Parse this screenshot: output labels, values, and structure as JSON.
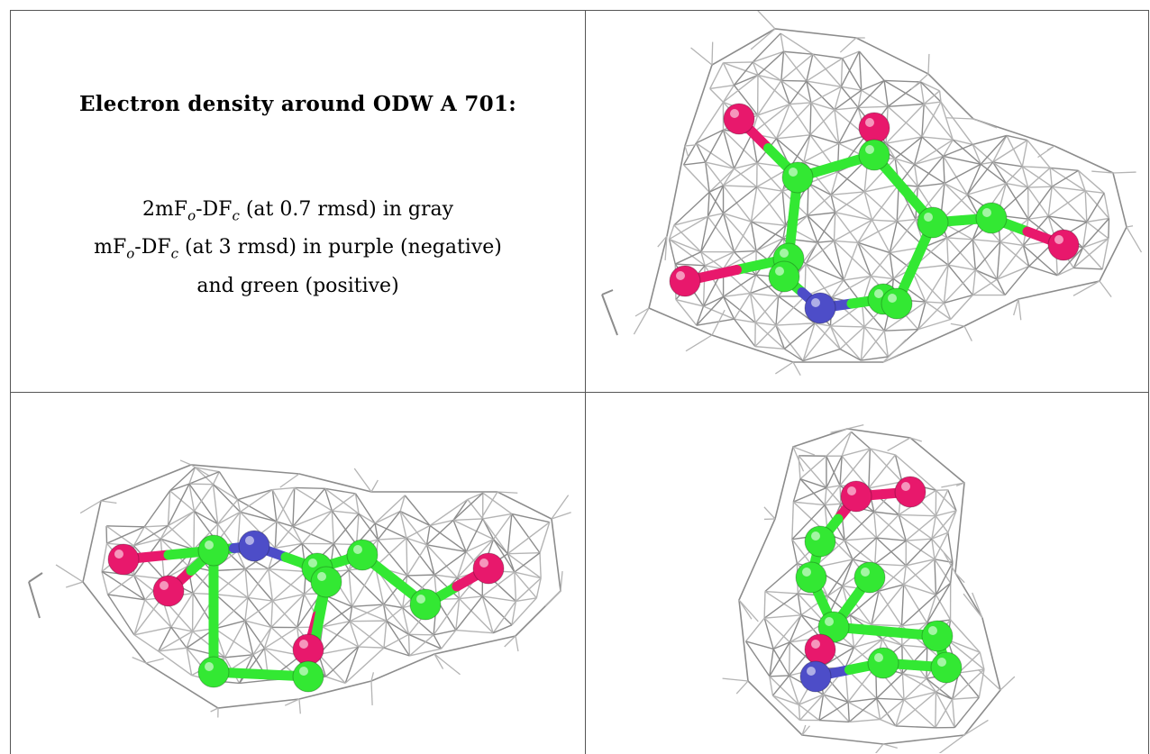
{
  "caption": {
    "title": "Electron density around ODW A 701:",
    "line1": {
      "pre": "2mF",
      "sub1": "o",
      "mid": "-DF",
      "sub2": "c",
      "post": " (at 0.7 rmsd) in gray"
    },
    "line2": {
      "pre": "mF",
      "sub1": "o",
      "mid": "-DF",
      "sub2": "c",
      "post": " (at 3 rmsd) in purple (negative)"
    },
    "line3": "and green (positive)"
  },
  "colors": {
    "mesh": "#b4b4b4",
    "mesh_dark": "#8c8c8c",
    "carbon": "#33e833",
    "oxygen": "#e8186c",
    "nitrogen": "#4d4dc8",
    "border": "#555555"
  },
  "panels": [
    {
      "name": "view-top-right",
      "atoms_shown": [
        "C",
        "O",
        "N"
      ]
    },
    {
      "name": "view-bottom-left",
      "atoms_shown": [
        "C",
        "O",
        "N"
      ]
    },
    {
      "name": "view-bottom-right",
      "atoms_shown": [
        "C",
        "O",
        "N"
      ]
    }
  ]
}
